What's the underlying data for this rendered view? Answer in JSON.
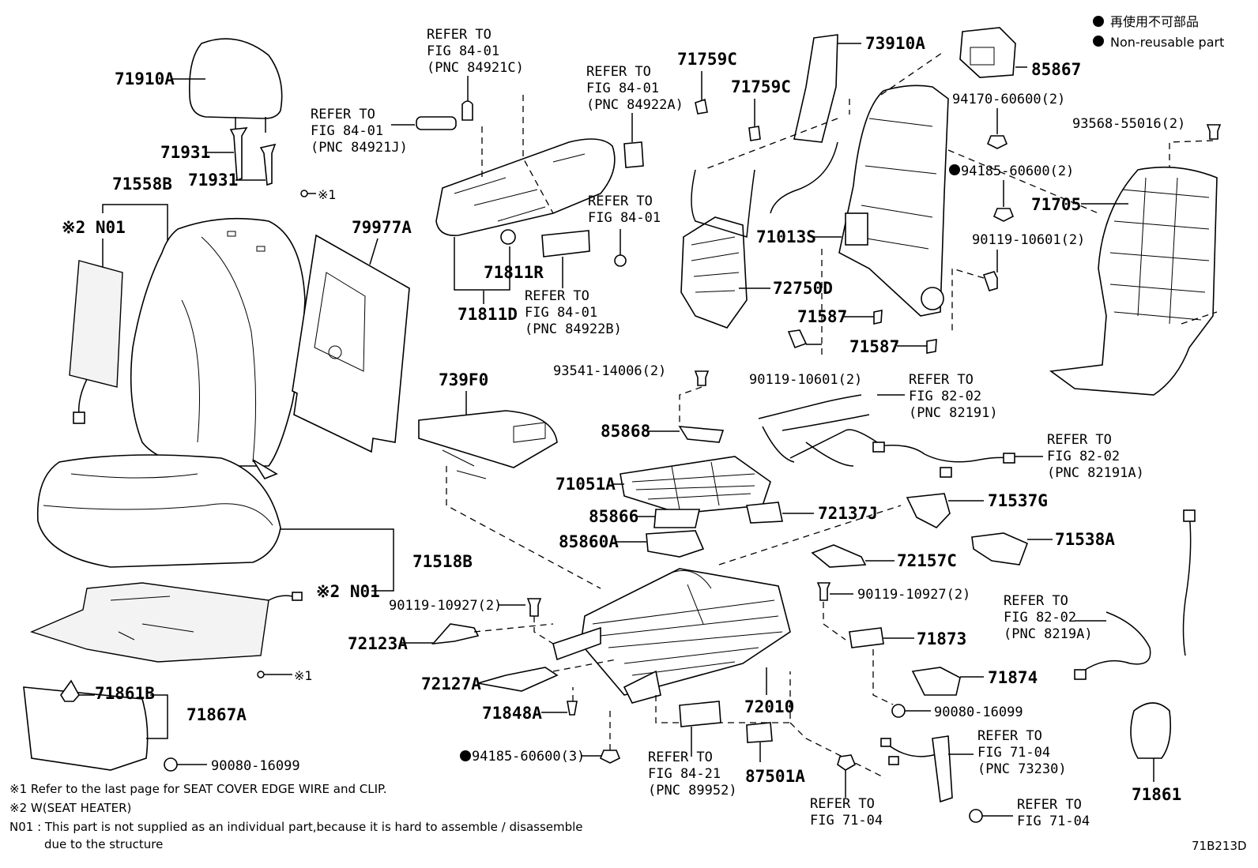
{
  "legend": {
    "jp": "再使用不可部品",
    "en": "Non-reusable part"
  },
  "notes": {
    "n1": "※1  Refer to the last page for SEAT COVER EDGE WIRE and CLIP.",
    "n2": "※2  W(SEAT HEATER)",
    "n3a": "N01 : This part is not supplied as an individual part,because it is hard to assemble / disassemble",
    "n3b": "due to the structure"
  },
  "drawing_id": "71B213D",
  "parts": {
    "p71910A": "71910A",
    "p71931a": "71931",
    "p71931b": "71931",
    "p71558B": "71558B",
    "p79977A": "79977A",
    "pN01a": "※2 N01",
    "pN01b": "※2 N01",
    "pMark1a": "※1",
    "pMark1b": "※1",
    "p71518B": "71518B",
    "p71861B": "71861B",
    "p71867A": "71867A",
    "p90080a": "90080-16099",
    "p90080b": "90080-16099",
    "p71811R": "71811R",
    "p71811D": "71811D",
    "p739F0": "739F0",
    "p85868": "85868",
    "p71051A": "71051A",
    "p85866": "85866",
    "p85860A": "85860A",
    "p72137J": "72137J",
    "p93541": "93541-14006(2)",
    "p90119_927a": "90119-10927(2)",
    "p90119_927b": "90119-10927(2)",
    "p72123A": "72123A",
    "p72127A": "72127A",
    "p71848A": "71848A",
    "p94185_3": "94185-60600(3)",
    "p72010": "72010",
    "p87501A": "87501A",
    "p71759Ca": "71759C",
    "p71759Cb": "71759C",
    "p73910A": "73910A",
    "p85867": "85867",
    "p94170": "94170-60600(2)",
    "p94185_2": "94185-60600(2)",
    "p93568": "93568-55016(2)",
    "p71705": "71705",
    "p71013S": "71013S",
    "p90119_601a": "90119-10601(2)",
    "p90119_601b": "90119-10601(2)",
    "p72750D": "72750D",
    "p71587a": "71587",
    "p71587b": "71587",
    "p71537G": "71537G",
    "p71538A": "71538A",
    "p72157C": "72157C",
    "p71873": "71873",
    "p71874": "71874",
    "p71861": "71861"
  },
  "refs": {
    "r1": [
      "REFER TO",
      "FIG 84-01",
      "(PNC 84921C)"
    ],
    "r2": [
      "REFER TO",
      "FIG 84-01",
      "(PNC 84921J)"
    ],
    "r3": [
      "REFER TO",
      "FIG 84-01",
      "(PNC 84922A)"
    ],
    "r4": [
      "REFER TO",
      "FIG 84-01"
    ],
    "r5": [
      "REFER TO",
      "FIG 84-01",
      "(PNC 84922B)"
    ],
    "r6": [
      "REFER TO",
      "FIG 82-02",
      "(PNC 82191)"
    ],
    "r7": [
      "REFER TO",
      "FIG 82-02",
      "(PNC 82191A)"
    ],
    "r8": [
      "REFER TO",
      "FIG 82-02",
      "(PNC 8219A)"
    ],
    "r9": [
      "REFER TO",
      "FIG 84-21",
      "(PNC 89952)"
    ],
    "r10": [
      "REFER TO",
      "FIG 71-04",
      "(PNC 73230)"
    ],
    "r11": [
      "REFER TO",
      "FIG 71-04"
    ],
    "r12": [
      "REFER TO",
      "FIG 71-04"
    ]
  }
}
